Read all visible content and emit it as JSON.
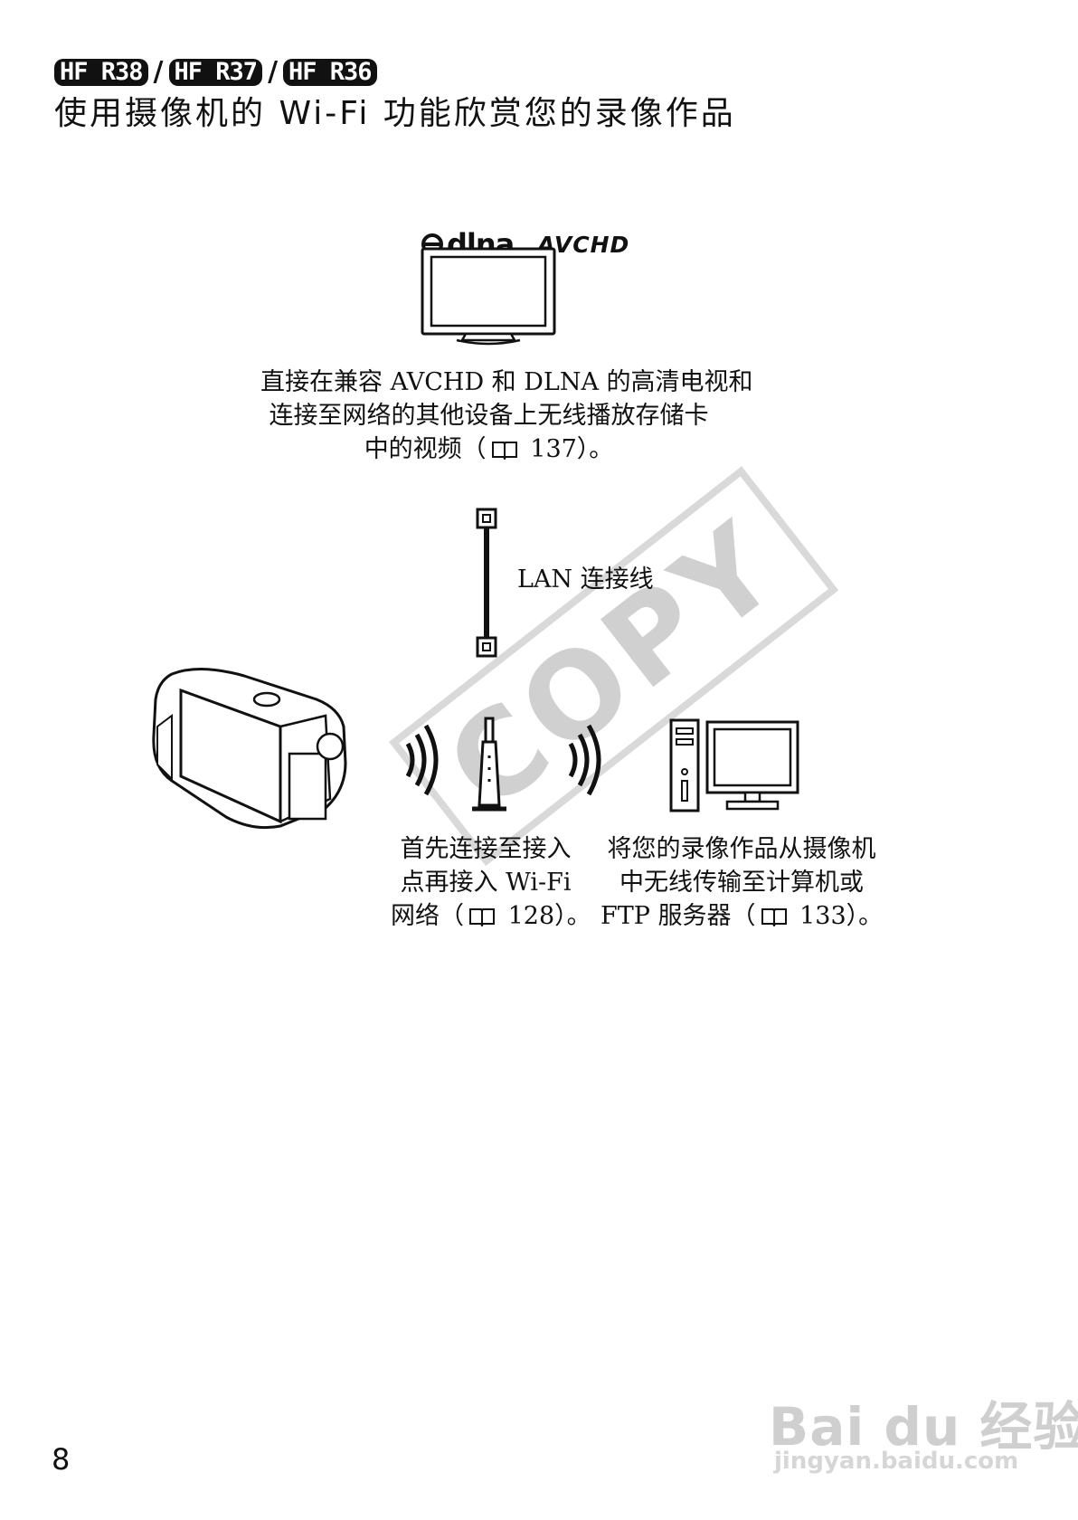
{
  "header": {
    "badges": [
      "HF R38",
      "HF R37",
      "HF R36"
    ],
    "separator": "/",
    "title": "使用摄像机的 Wi-Fi 功能欣赏您的录像作品"
  },
  "logos": {
    "dlna": "dlna",
    "avchd": "AVCHD"
  },
  "tv_caption": {
    "line1": "直接在兼容 AVCHD 和 DLNA 的高清电视和",
    "line2": "连接至网络的其他设备上无线播放存储卡",
    "line3_pre": "中的视频（",
    "line3_post": " 137）。"
  },
  "lan_label": "LAN 连接线",
  "watermark": "COPY",
  "ap_caption": {
    "line1": "首先连接至接入",
    "line2": "点再接入 Wi-Fi",
    "line3_pre": "网络（",
    "line3_post": " 128）。"
  },
  "pc_caption": {
    "line1": "将您的录像作品从摄像机",
    "line2": "中无线传输至计算机或",
    "line3_pre": "FTP 服务器（",
    "line3_post": " 133）。"
  },
  "page_number": "8",
  "baidu": {
    "logo_text": "Bai du 经验",
    "url": "jingyan.baidu.com"
  },
  "icons": [
    "book-icon",
    "tv-icon",
    "camcorder-icon",
    "access-point-icon",
    "computer-icon",
    "lan-cable-icon",
    "wireless-signal-icon"
  ]
}
